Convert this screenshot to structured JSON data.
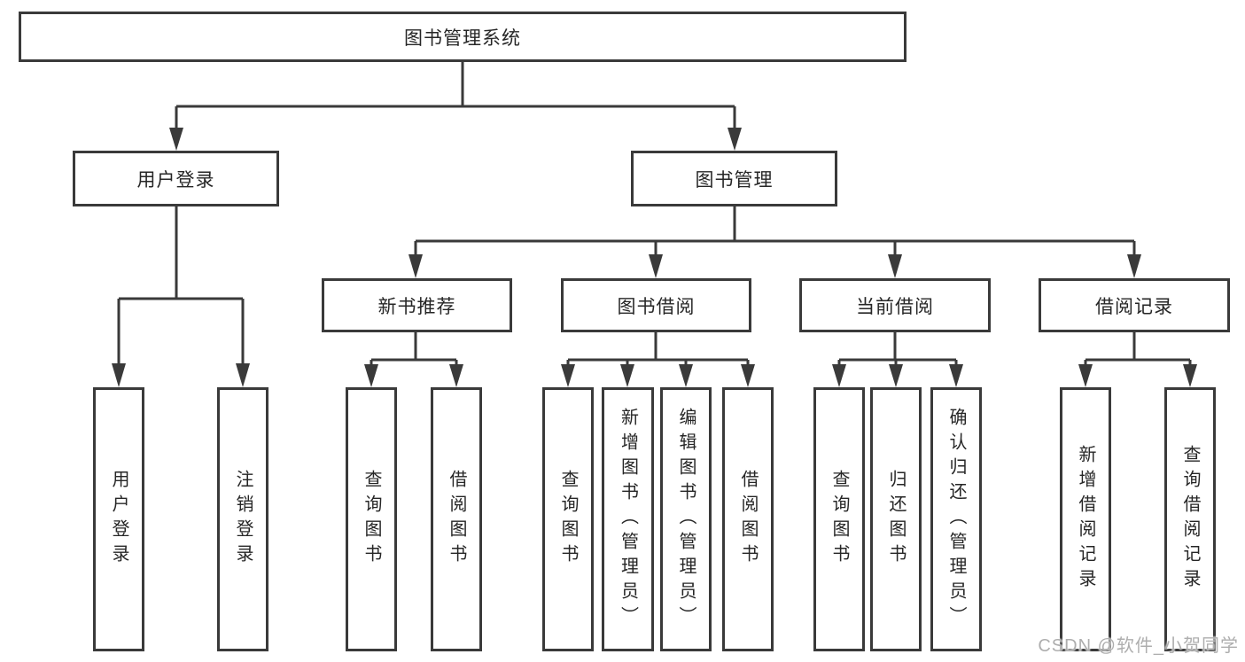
{
  "diagram": {
    "type": "tree",
    "title": "图书管理系统",
    "colors": {
      "line": "#3a3a3a",
      "text": "#262626",
      "background": "#ffffff",
      "watermark": "#aeaeae"
    },
    "root": {
      "label": "图书管理系统"
    },
    "level2": [
      {
        "label": "用户登录"
      },
      {
        "label": "图书管理"
      }
    ],
    "level3": [
      {
        "label": "新书推荐",
        "parent": "图书管理"
      },
      {
        "label": "图书借阅",
        "parent": "图书管理"
      },
      {
        "label": "当前借阅",
        "parent": "图书管理"
      },
      {
        "label": "借阅记录",
        "parent": "图书管理"
      }
    ],
    "leaves": [
      {
        "label": "用户登录",
        "parent": "用户登录"
      },
      {
        "label": "注销登录",
        "parent": "用户登录"
      },
      {
        "label": "查询图书",
        "parent": "新书推荐"
      },
      {
        "label": "借阅图书",
        "parent": "新书推荐"
      },
      {
        "label": "查询图书",
        "parent": "图书借阅"
      },
      {
        "label": "新增图书（管理员）",
        "parent": "图书借阅"
      },
      {
        "label": "编辑图书（管理员）",
        "parent": "图书借阅"
      },
      {
        "label": "借阅图书",
        "parent": "图书借阅"
      },
      {
        "label": "查询图书",
        "parent": "当前借阅"
      },
      {
        "label": "归还图书",
        "parent": "当前借阅"
      },
      {
        "label": "确认归还（管理员）",
        "parent": "当前借阅"
      },
      {
        "label": "新增借阅记录",
        "parent": "借阅记录"
      },
      {
        "label": "查询借阅记录",
        "parent": "借阅记录"
      }
    ],
    "watermark": "CSDN @软件_小贺同学"
  }
}
